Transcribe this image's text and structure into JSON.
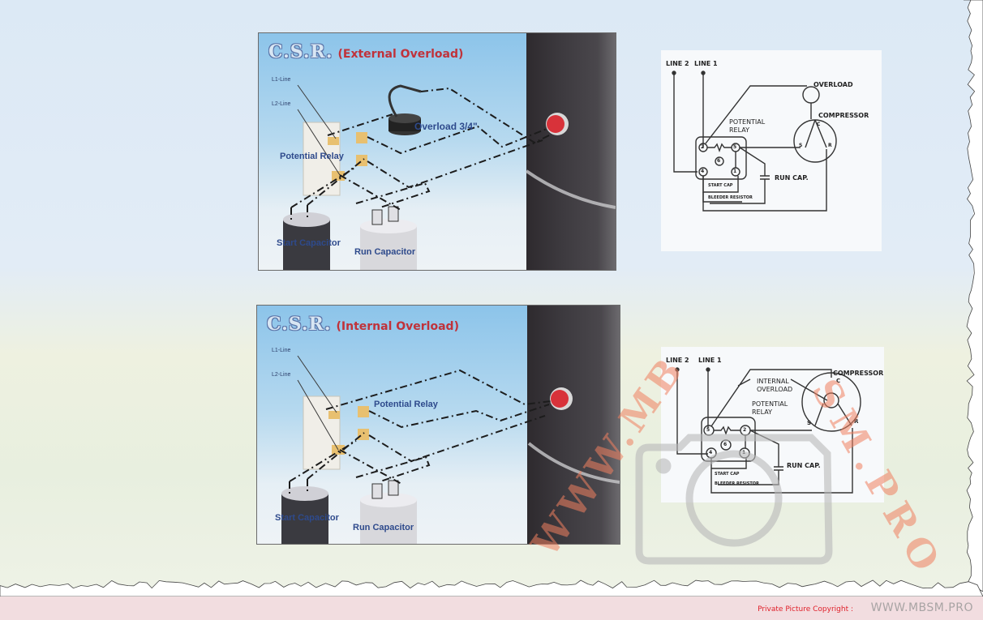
{
  "figures": [
    {
      "id": "external",
      "title_prefix": "C.S.R.",
      "title_suffix": "(External Overload)",
      "labels": {
        "l1_line": "L1-Line",
        "l2_line": "L2-Line",
        "potential_relay": "Potential Relay",
        "overload": "Overload 3/4\"",
        "start_capacitor": "Start Capacitor",
        "run_capacitor": "Run Capacitor"
      }
    },
    {
      "id": "internal",
      "title_prefix": "C.S.R.",
      "title_suffix": "(Internal Overload)",
      "labels": {
        "l1_line": "L1-Line",
        "l2_line": "L2-Line",
        "potential_relay": "Potential Relay",
        "start_capacitor": "Start Capacitor",
        "run_capacitor": "Run Capacitor"
      }
    }
  ],
  "schematics": [
    {
      "id": "external",
      "line2": "LINE 2",
      "line1": "LINE 1",
      "overload": "OVERLOAD",
      "compressor": "COMPRESSOR",
      "potential_relay_1": "POTENTIAL",
      "potential_relay_2": "RELAY",
      "run_cap": "RUN CAP.",
      "start_cap": "START CAP",
      "bleeder_resistor": "BLEEDER RESISTOR",
      "terminals": [
        "2",
        "5",
        "6",
        "4",
        "1"
      ],
      "motor_terminals": [
        "C",
        "S",
        "R"
      ]
    },
    {
      "id": "internal",
      "line2": "LINE 2",
      "line1": "LINE 1",
      "internal_overload_1": "INTERNAL",
      "internal_overload_2": "OVERLOAD",
      "compressor": "COMPRESSOR",
      "potential_relay_1": "POTENTIAL",
      "potential_relay_2": "RELAY",
      "run_cap": "RUN CAP.",
      "start_cap": "START CAP",
      "bleeder_resistor": "BLEEDER RESISTOR",
      "terminals": [
        "5",
        "2",
        "6",
        "4",
        "1"
      ],
      "motor_terminals": [
        "C",
        "S",
        "R"
      ]
    }
  ],
  "watermark": {
    "text": "WWW.MBSM.PRO",
    "color": "#f08060"
  },
  "footer": {
    "copyright_label": "Private Picture Copyright :",
    "site": "WWW.MBSM.PRO"
  },
  "colors": {
    "title_red": "#c0323a",
    "label_blue": "#2e4a8c",
    "footer_bg": "#f2dde0",
    "copyright_red": "#e0202a"
  }
}
